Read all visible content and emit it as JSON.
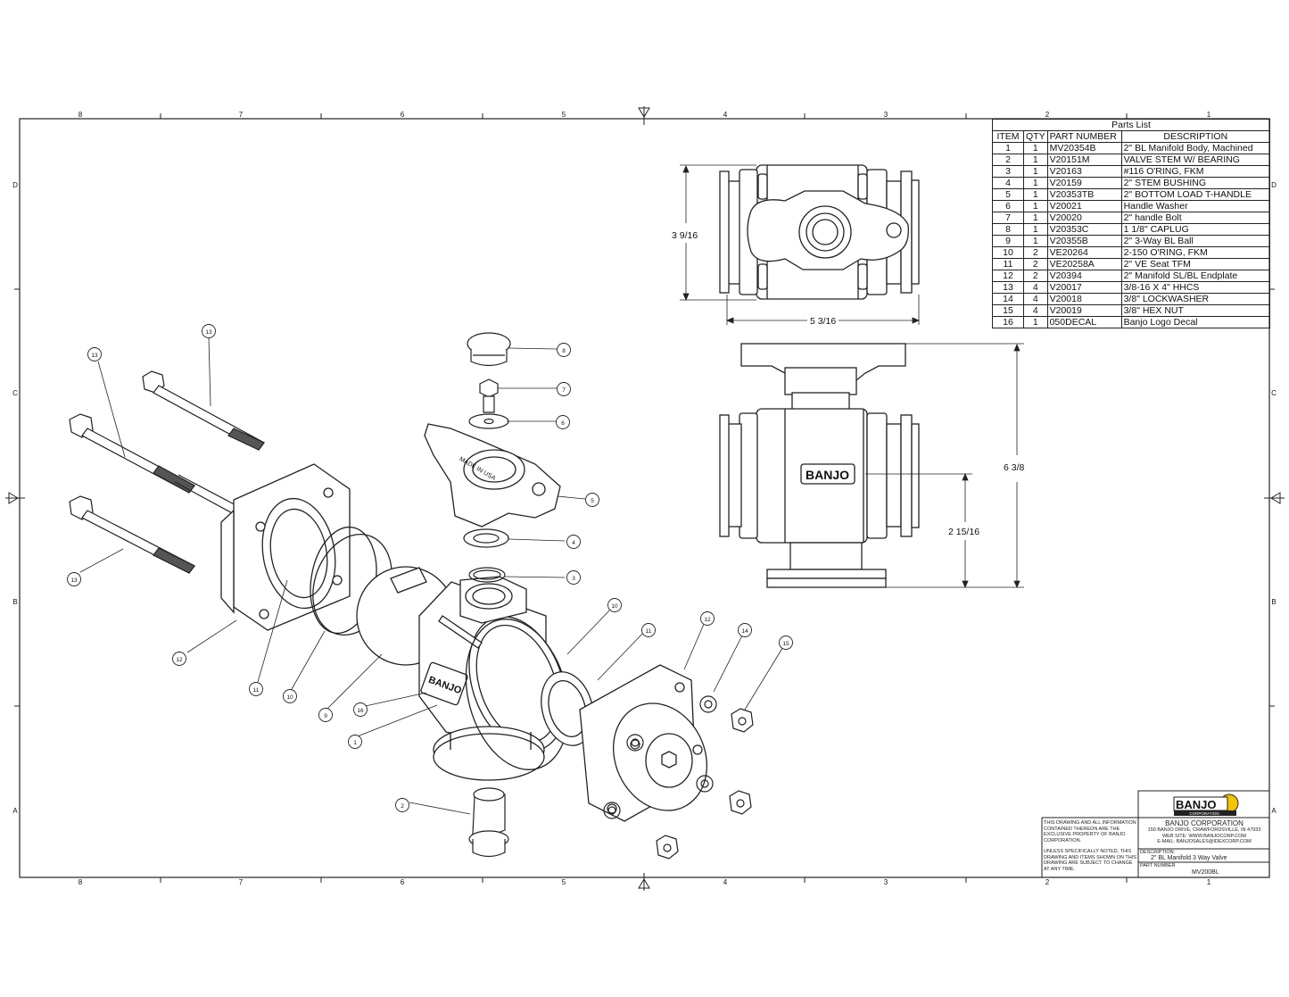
{
  "border": {
    "col_labels": [
      "8",
      "7",
      "6",
      "5",
      "4",
      "3",
      "2",
      "1"
    ],
    "row_labels": [
      "D",
      "C",
      "B",
      "A"
    ]
  },
  "parts_list": {
    "title": "Parts List",
    "headers": [
      "ITEM",
      "QTY",
      "PART NUMBER",
      "DESCRIPTION"
    ],
    "rows": [
      {
        "item": "1",
        "qty": "1",
        "pn": "MV20354B",
        "desc": "2\" BL Manifold Body, Machined"
      },
      {
        "item": "2",
        "qty": "1",
        "pn": "V20151M",
        "desc": "VALVE STEM W/ BEARING"
      },
      {
        "item": "3",
        "qty": "1",
        "pn": "V20163",
        "desc": "#116 O'RING, FKM"
      },
      {
        "item": "4",
        "qty": "1",
        "pn": "V20159",
        "desc": "2\" STEM BUSHING"
      },
      {
        "item": "5",
        "qty": "1",
        "pn": "V20353TB",
        "desc": "2\" BOTTOM LOAD T-HANDLE"
      },
      {
        "item": "6",
        "qty": "1",
        "pn": "V20021",
        "desc": "Handle Washer"
      },
      {
        "item": "7",
        "qty": "1",
        "pn": "V20020",
        "desc": "2\" handle Bolt"
      },
      {
        "item": "8",
        "qty": "1",
        "pn": "V20353C",
        "desc": "1 1/8\" CAPLUG"
      },
      {
        "item": "9",
        "qty": "1",
        "pn": "V20355B",
        "desc": "2\" 3-Way BL Ball"
      },
      {
        "item": "10",
        "qty": "2",
        "pn": "VE20264",
        "desc": "2-150 O'RING, FKM"
      },
      {
        "item": "11",
        "qty": "2",
        "pn": "VE20258A",
        "desc": "2\" VE Seat TFM"
      },
      {
        "item": "12",
        "qty": "2",
        "pn": "V20394",
        "desc": "2\" Manifold SL/BL Endplate"
      },
      {
        "item": "13",
        "qty": "4",
        "pn": "V20017",
        "desc": "3/8-16 X 4\" HHCS"
      },
      {
        "item": "14",
        "qty": "4",
        "pn": "V20018",
        "desc": "3/8\" LOCKWASHER"
      },
      {
        "item": "15",
        "qty": "4",
        "pn": "V20019",
        "desc": "3/8\" HEX NUT"
      },
      {
        "item": "16",
        "qty": "1",
        "pn": "050DECAL",
        "desc": "Banjo Logo Decal"
      }
    ]
  },
  "dimensions": {
    "top_height": "3 9/16",
    "top_width": "5 3/16",
    "front_height": "6 3/8",
    "front_partial": "2 15/16"
  },
  "callouts": [
    "1",
    "2",
    "3",
    "4",
    "5",
    "6",
    "7",
    "8",
    "9",
    "10",
    "11",
    "12",
    "13",
    "14",
    "15",
    "16"
  ],
  "title_block": {
    "logo_text": "BANJO",
    "logo_sub": "CORPORATION",
    "company": "BANJO CORPORATION",
    "address": "150 BANJO DRIVE, CRAWFORDSVILLE, IN 47933",
    "website": "WEB SITE: WWW.BANJOCORP.COM",
    "email": "E-MAIL: BANJOSALES@IDEXCORP.COM",
    "notice_1": "THIS DRAWING AND ALL INFORMATION CONTAINED THEREON ARE THE EXCLUSIVE PROPERTY OF BANJO CORPORATION.",
    "notice_2": "UNLESS SPECIFICALLY NOTED, THIS DRAWING AND ITEMS SHOWN ON THIS DRAWING ARE SUBJECT TO CHANGE AT ANY TIME.",
    "desc_label": "DESCRIPTION:",
    "desc_value": "2\" BL Manifold 3 Way Valve",
    "pn_label": "PART NUMBER",
    "pn_value": "MV200BL"
  },
  "decal_text": "BANJO",
  "handle_text": "MADE IN USA"
}
